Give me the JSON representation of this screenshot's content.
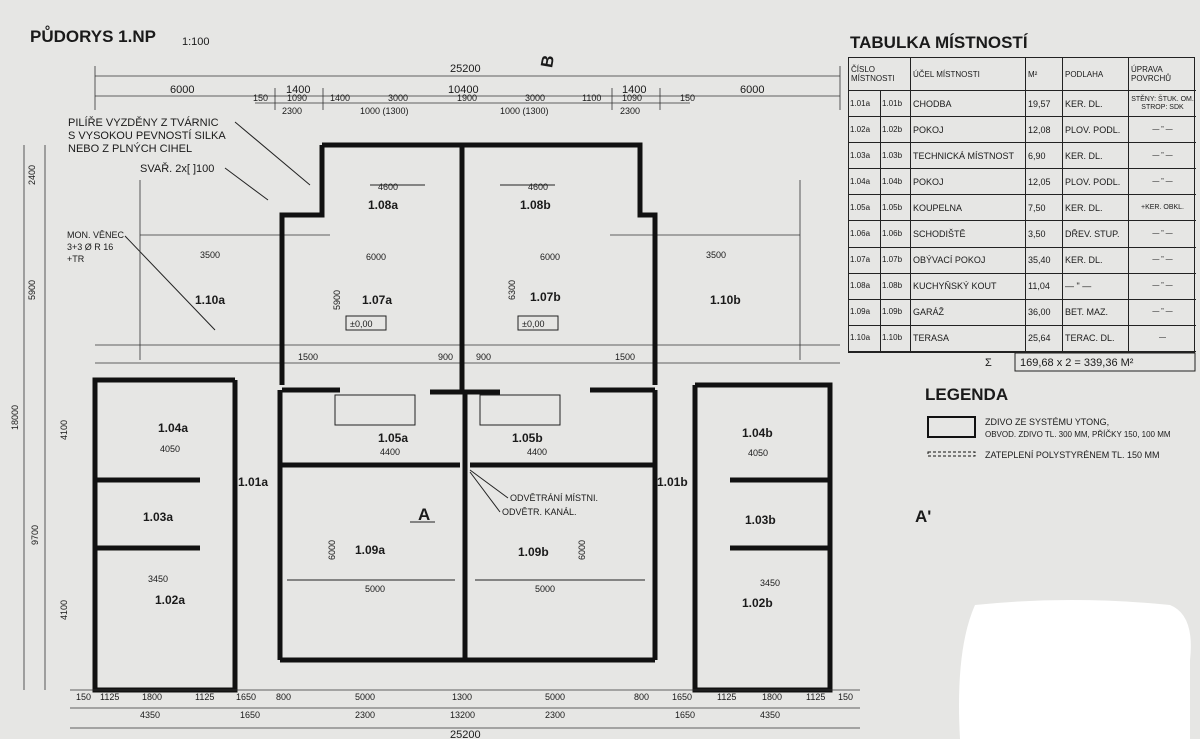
{
  "plan": {
    "title": "PŮDORYS 1.NP",
    "scale": "1:100",
    "section_marker_b": "B",
    "section_marker_a": "A",
    "section_marker_a_prime": "A'",
    "dims_top": {
      "overall": "25200",
      "left": "6000",
      "left_mid": "1400",
      "center": "10400",
      "right_mid": "1400",
      "right": "6000",
      "row3": [
        "150",
        "1090",
        "1400",
        "3000",
        "1900",
        "3000",
        "1100",
        "1090",
        "150"
      ],
      "row3b": [
        "2300",
        "1000 (1300)",
        "1000 (1300)",
        "2300"
      ]
    },
    "dims_bottom": {
      "overall": "25200",
      "row1": [
        "150",
        "1125",
        "1800",
        "1125",
        "1650",
        "800",
        "5000",
        "1300",
        "5000",
        "800",
        "1650",
        "1125",
        "1800",
        "1125",
        "150"
      ],
      "row2": [
        "4350",
        "1650",
        "2300",
        "13200",
        "2300",
        "1650",
        "4350"
      ]
    },
    "dims_left": [
      "2400",
      "5900",
      "18000",
      "4100",
      "9700",
      "4100"
    ],
    "notes": {
      "pillars": [
        "PILÍŘE VYZDĚNY Z TVÁRNIC",
        "S VYSOKOU PEVNOSTÍ SILKA",
        "NEBO Z PLNÝCH CIHEL"
      ],
      "lintel": "SVAŘ. 2x[ ]100",
      "ring_beam": [
        "MON. VĚNEC",
        "3+3 Ø R 16",
        "+TR"
      ],
      "vent_room": "ODVĚTRÁNÍ MÍSTNI.",
      "vent_channel": "ODVĚTR. KANÁL."
    },
    "rooms": {
      "r108a": "1.08a",
      "r108b": "1.08b",
      "r107a": "1.07a",
      "r107b": "1.07b",
      "r110a": "1.10a",
      "r110b": "1.10b",
      "r105a": "1.05a",
      "r105b": "1.05b",
      "r104a": "1.04a",
      "r104b": "1.04b",
      "r101a": "1.01a",
      "r101b": "1.01b",
      "r103a": "1.03a",
      "r103b": "1.03b",
      "r102a": "1.02a",
      "r102b": "1.02b",
      "r109a": "1.09a",
      "r109b": "1.09b"
    },
    "level_a": "±0,00",
    "level_b": "±0,00",
    "inner_dims": [
      "4600",
      "4600",
      "6000",
      "6000",
      "3500",
      "3500",
      "5900",
      "6300",
      "4400",
      "4400",
      "6000",
      "6000",
      "4050",
      "4050",
      "3450",
      "3450",
      "5000",
      "5000",
      "1500",
      "1500",
      "900",
      "900"
    ]
  },
  "table": {
    "title": "TABULKA MÍSTNOSTÍ",
    "headers": [
      "ČÍSLO MÍSTNOSTI",
      "ÚČEL MÍSTNOSTI",
      "M²",
      "PODLAHA",
      "ÚPRAVA POVRCHŮ"
    ],
    "rows": [
      {
        "a": "1.01a",
        "b": "1.01b",
        "name": "CHODBA",
        "area": "19,57",
        "floor": "KER. DL.",
        "finish": "STĚNY: ŠTUK. OM. STROP: SDK"
      },
      {
        "a": "1.02a",
        "b": "1.02b",
        "name": "POKOJ",
        "area": "12,08",
        "floor": "PLOV. PODL.",
        "finish": "— \" —"
      },
      {
        "a": "1.03a",
        "b": "1.03b",
        "name": "TECHNICKÁ MÍSTNOST",
        "area": "6,90",
        "floor": "KER. DL.",
        "finish": "— \" —"
      },
      {
        "a": "1.04a",
        "b": "1.04b",
        "name": "POKOJ",
        "area": "12,05",
        "floor": "PLOV. PODL.",
        "finish": "— \" —"
      },
      {
        "a": "1.05a",
        "b": "1.05b",
        "name": "KOUPELNA",
        "area": "7,50",
        "floor": "KER. DL.",
        "finish": "+KER. OBKL."
      },
      {
        "a": "1.06a",
        "b": "1.06b",
        "name": "SCHODIŠTĚ",
        "area": "3,50",
        "floor": "DŘEV. STUP.",
        "finish": "— \" —"
      },
      {
        "a": "1.07a",
        "b": "1.07b",
        "name": "OBÝVACÍ POKOJ",
        "area": "35,40",
        "floor": "KER. DL.",
        "finish": "— \" —"
      },
      {
        "a": "1.08a",
        "b": "1.08b",
        "name": "KUCHYŇSKÝ KOUT",
        "area": "11,04",
        "floor": "— \" —",
        "finish": "— \" —"
      },
      {
        "a": "1.09a",
        "b": "1.09b",
        "name": "GARÁŽ",
        "area": "36,00",
        "floor": "BET. MAZ.",
        "finish": "— \" —"
      },
      {
        "a": "1.10a",
        "b": "1.10b",
        "name": "TERASA",
        "area": "25,64",
        "floor": "TERAC. DL.",
        "finish": "—"
      }
    ],
    "sum_symbol": "Σ",
    "sum": "169,68 x 2 = 339,36 M²"
  },
  "legend": {
    "title": "LEGENDA",
    "item1_line1": "ZDIVO ZE SYSTÉMU YTONG,",
    "item1_line2": "OBVOD. ZDIVO TL. 300 MM, PŘÍČKY 150, 100 MM",
    "item2": "ZATEPLENÍ POLYSTYRÉNEM TL. 150 MM"
  },
  "colors": {
    "paper": "#e6e6e4",
    "ink": "#1a1a1a"
  }
}
